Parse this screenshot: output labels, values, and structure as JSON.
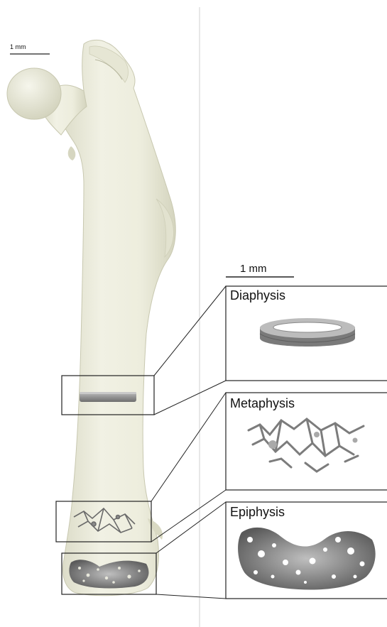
{
  "scale_bars": {
    "femur": "1 mm",
    "detail": "1 mm"
  },
  "regions": [
    {
      "name": "Diaphysis"
    },
    {
      "name": "Metaphysis"
    },
    {
      "name": "Epiphysis"
    }
  ],
  "colors": {
    "bone": "#eeeedd",
    "bone_shadow": "#d9d9c3",
    "segment_gray": "#8a8a8a",
    "frame": "#222222",
    "divider": "#d0d0d0"
  }
}
